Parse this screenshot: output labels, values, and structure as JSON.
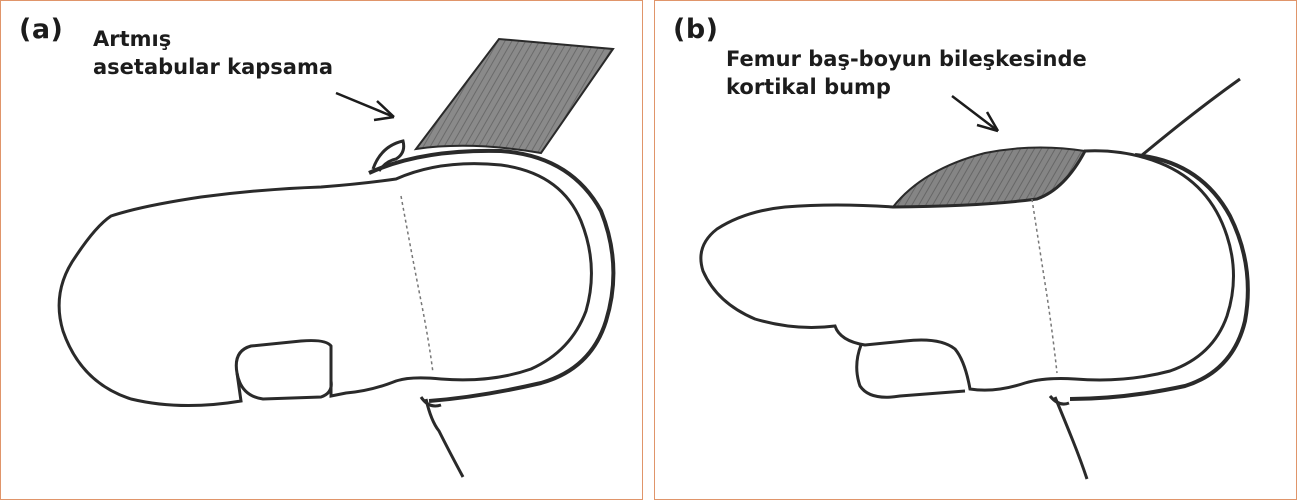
{
  "panels": [
    {
      "label": "(a)",
      "annotation_lines": [
        "Artmış",
        "asetabular kapsama"
      ]
    },
    {
      "label": "(b)",
      "annotation_lines": [
        "Femur baş-boyun bileşkesinde",
        "kortikal bump"
      ]
    }
  ],
  "colors": {
    "border": "#e0956a",
    "line": "#2a2a2a",
    "shade": "#7a7a7a",
    "text": "#1c1c1c"
  }
}
